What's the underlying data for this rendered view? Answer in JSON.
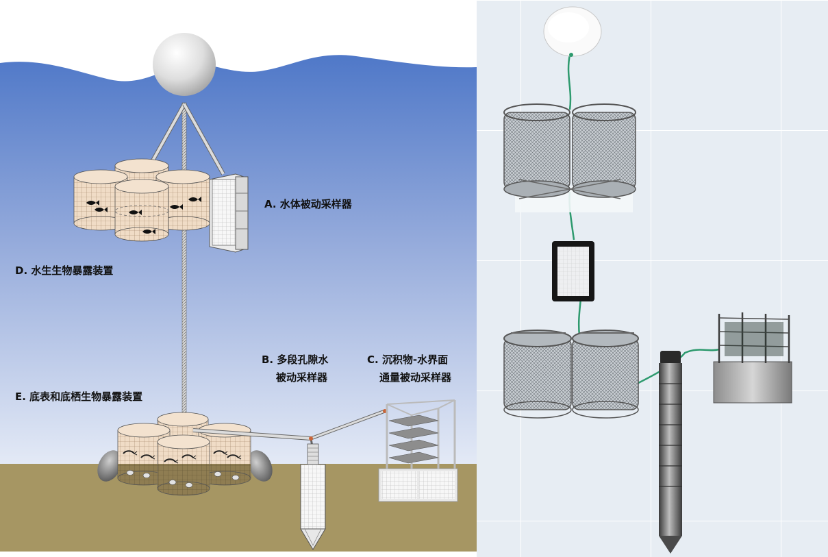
{
  "labels": {
    "a": "A. 水体被动采样器",
    "b_line1": "B. 多段孔隙水",
    "b_line2": "被动采样器",
    "c_line1": "C. 沉积物-水界面",
    "c_line2": "通量被动采样器",
    "d": "D. 水生生物暴露装置",
    "e": "E. 底表和底栖生物暴露装置"
  },
  "colors": {
    "water_top": "#4f78c8",
    "water_bottom": "#e4eaf6",
    "sediment": "#a69663",
    "float": "#e6e6e6",
    "cage_mesh": "#e8c9a8",
    "photo_background": "#e6edf4",
    "steel": "#9a9a9a",
    "green_cord": "#2e9a6e"
  },
  "icons": {
    "fish": "fish-icon",
    "shrimp": "shrimp-icon",
    "shell": "shell-icon"
  }
}
